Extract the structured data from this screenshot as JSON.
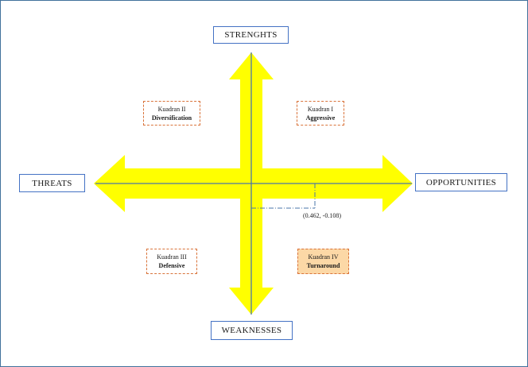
{
  "axes": {
    "top": "STRENGHTS",
    "bottom": "WEAKNESSES",
    "left": "THREATS",
    "right": "OPPORTUNITIES"
  },
  "quadrants": {
    "q1": {
      "name": "Kuadran I",
      "strategy": "Aggressive"
    },
    "q2": {
      "name": "Kuadran II",
      "strategy": "Diversification"
    },
    "q3": {
      "name": "Kuadran III",
      "strategy": "Defensive"
    },
    "q4": {
      "name": "Kuadran IV",
      "strategy": "Turnaround"
    }
  },
  "point": {
    "x": 0.462,
    "y": -0.108,
    "label": "(0.462, -0.108)"
  },
  "colors": {
    "arrow_fill": "#ffff00",
    "axis_line": "#4a76a8",
    "box_border": "#4472c4",
    "quad_border": "#d9733a",
    "highlight_fill": "#fcd8a6"
  }
}
